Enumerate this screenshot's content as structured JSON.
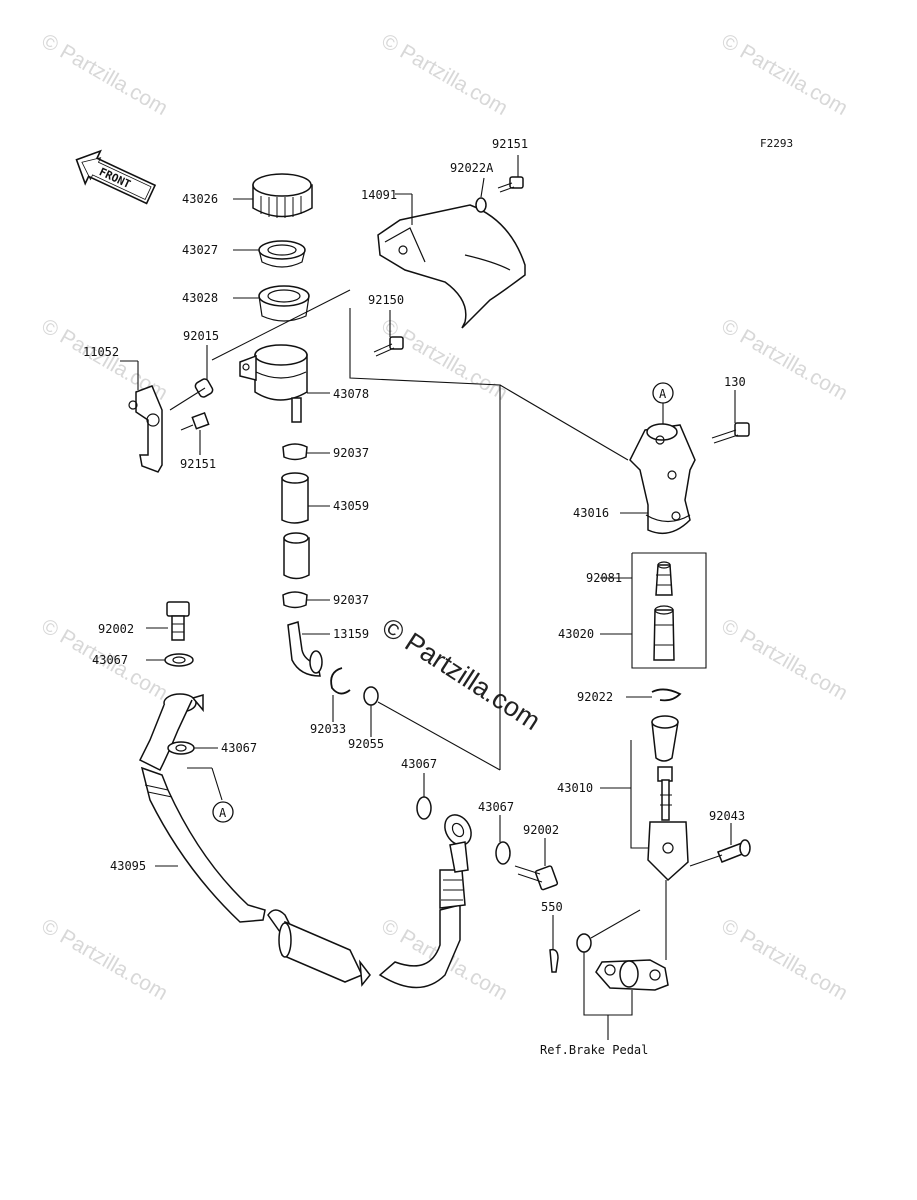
{
  "figure_code": "F2293",
  "front_arrow_label": "FRONT",
  "ref_label": "Ref.Brake Pedal",
  "marker_a": "A",
  "watermark_small": "© Partzilla.com",
  "watermark_center": "© Partzilla.com",
  "labels": [
    {
      "id": "92151-top",
      "text": "92151"
    },
    {
      "id": "92022A",
      "text": "92022A"
    },
    {
      "id": "14091",
      "text": "14091"
    },
    {
      "id": "43026",
      "text": "43026"
    },
    {
      "id": "43027",
      "text": "43027"
    },
    {
      "id": "43028",
      "text": "43028"
    },
    {
      "id": "92150",
      "text": "92150"
    },
    {
      "id": "11052",
      "text": "11052"
    },
    {
      "id": "92015",
      "text": "92015"
    },
    {
      "id": "43078",
      "text": "43078"
    },
    {
      "id": "92151-bottom",
      "text": "92151"
    },
    {
      "id": "92037-top",
      "text": "92037"
    },
    {
      "id": "43059",
      "text": "43059"
    },
    {
      "id": "92037-bottom",
      "text": "92037"
    },
    {
      "id": "13159",
      "text": "13159"
    },
    {
      "id": "92033",
      "text": "92033"
    },
    {
      "id": "92055",
      "text": "92055"
    },
    {
      "id": "130",
      "text": "130"
    },
    {
      "id": "43016",
      "text": "43016"
    },
    {
      "id": "92081",
      "text": "92081"
    },
    {
      "id": "43020",
      "text": "43020"
    },
    {
      "id": "92022",
      "text": "92022"
    },
    {
      "id": "43010",
      "text": "43010"
    },
    {
      "id": "92043",
      "text": "92043"
    },
    {
      "id": "92002-left",
      "text": "92002"
    },
    {
      "id": "43067-a",
      "text": "43067"
    },
    {
      "id": "43067-b",
      "text": "43067"
    },
    {
      "id": "43095",
      "text": "43095"
    },
    {
      "id": "43067-c",
      "text": "43067"
    },
    {
      "id": "43067-d",
      "text": "43067"
    },
    {
      "id": "92002-right",
      "text": "92002"
    },
    {
      "id": "550",
      "text": "550"
    }
  ]
}
